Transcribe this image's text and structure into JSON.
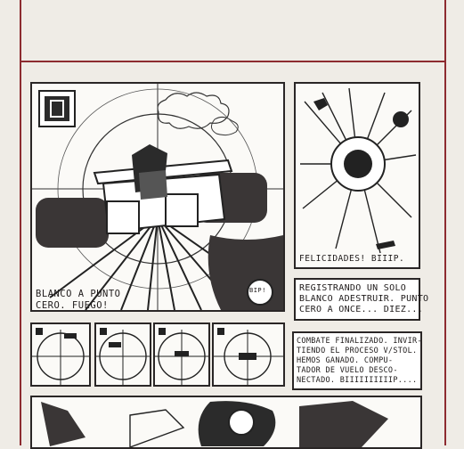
{
  "panels": {
    "main": {
      "caption_lines": [
        "BLANCO A PUNTO",
        "CERO. FUEGO!"
      ],
      "badge_text": "BIP!"
    },
    "explosion": {
      "caption": "FELICIDADES! BIIIP."
    },
    "textbox1": {
      "lines": [
        "REGISTRANDO UN SOLO",
        "BLANCO ADESTRUIR. PUNTO",
        "CERO A ONCE... DIEZ..."
      ]
    },
    "textbox2": {
      "lines": [
        "COMBATE FINALIZADO. INVIR-",
        "TIENDO EL PROCESO V/STOL.",
        "HEMOS GANADO. COMPU-",
        "TADOR DE VUELO DESCO-",
        "NECTADO. BIIIIIIIIIIP...."
      ]
    }
  },
  "colors": {
    "border_lines": "#8d2b30",
    "ink": "#2a2626",
    "paper": "#efece6"
  }
}
